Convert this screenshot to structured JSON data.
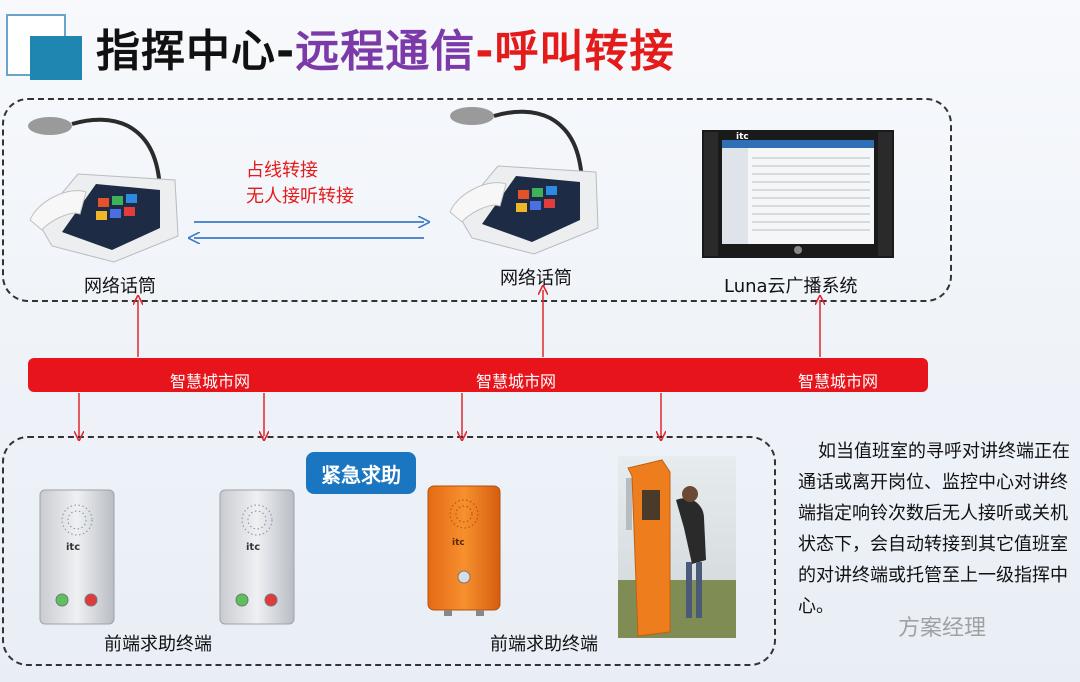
{
  "title": {
    "part1": "指挥中心-",
    "part2": "远程通信",
    "part3": "-呼叫转接"
  },
  "transfer_labels": [
    "占线转接",
    "无人接听转接"
  ],
  "devices": {
    "console_left": "网络话筒",
    "console_right": "网络话筒",
    "server": "Luna云广播系统",
    "server_brand": "itc",
    "terminals_left": "前端求助终端",
    "terminals_right": "前端求助终端",
    "terminal_brand": "itc"
  },
  "network_labels": [
    "智慧城市网",
    "智慧城市网",
    "智慧城市网"
  ],
  "emergency_label": "紧急求助",
  "description": "如当值班室的寻呼对讲终端正在通话或离开岗位、监控中心对讲终端指定响铃次数后无人接听或关机状态下，会自动转接到其它值班室的对讲终端或托管至上一级指挥中心。",
  "watermark": "方案经理",
  "colors": {
    "accent_red": "#e8141b",
    "title_purple": "#7b3aa8",
    "badge_blue": "#1b76c2",
    "deco_blue": "#1e86b0",
    "arrow_red": "#e0272e",
    "arrow_blue": "#3a7ac8"
  }
}
